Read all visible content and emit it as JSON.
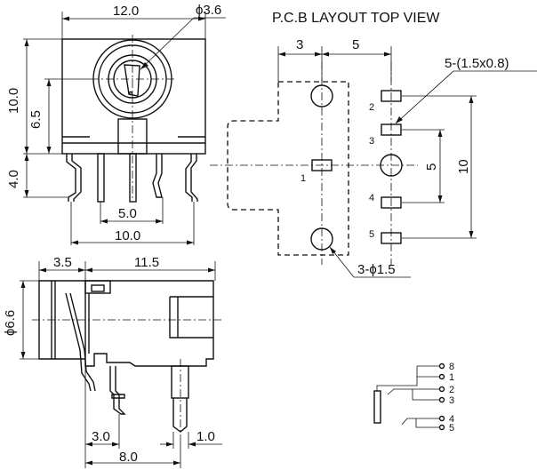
{
  "front_view": {
    "width": "12.0",
    "diameter": "ϕ3.6",
    "height_total": "10.0",
    "height_center": "6.5",
    "pin_length": "4.0",
    "pin_pitch": "5.0",
    "pin_span": "10.0"
  },
  "pcb_layout": {
    "title": "P.C.B LAYOUT TOP VIEW",
    "dim_left": "3",
    "dim_right": "5",
    "pad_size": "5-(1.5x0.8)",
    "hole_note": "3-ϕ1.5",
    "v_small": "5",
    "v_large": "10",
    "pins": [
      "1",
      "2",
      "3",
      "4",
      "5"
    ]
  },
  "side_view": {
    "front_length": "3.5",
    "body_length": "11.5",
    "diameter": "ϕ6.6",
    "pin_offset": "3.0",
    "pin_width": "1.0",
    "length_base": "8.0"
  },
  "schematic": {
    "pins": [
      "8",
      "1",
      "2",
      "3",
      "4",
      "5"
    ]
  }
}
